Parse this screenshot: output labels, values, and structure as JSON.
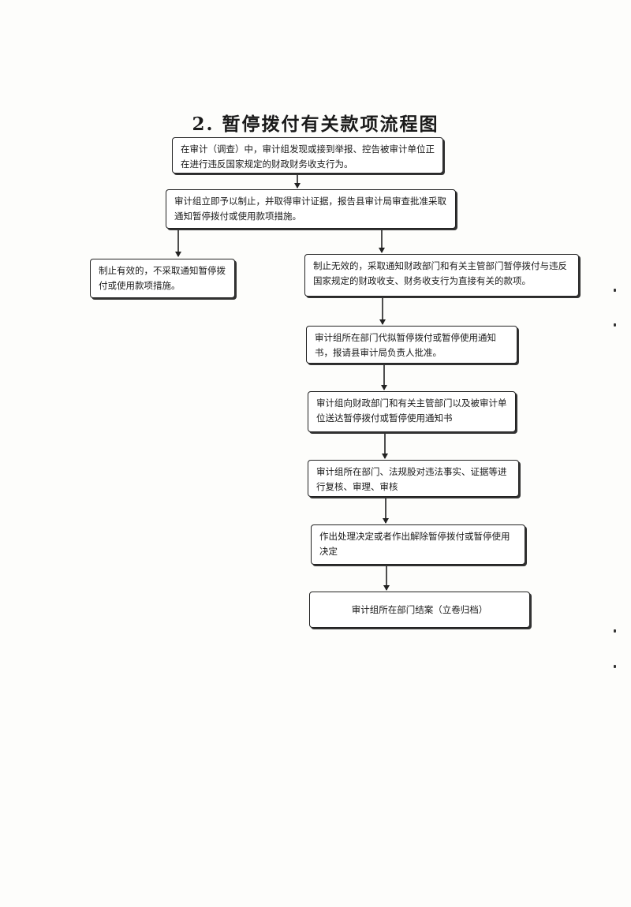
{
  "title": "2. 暂停拨付有关款项流程图",
  "steps": {
    "s1": "在审计（调查）中，审计组发现或接到举报、控告被审计单位正在进行违反国家规定的财政财务收支行为。",
    "s2": "审计组立即予以制止，并取得审计证据，报告县审计局审查批准采取通知暂停拨付或使用款项措施。",
    "s3_left": "制止有效的，不采取通知暂停拨付或使用款项措施。",
    "s3_right": "制止无效的，采取通知财政部门和有关主管部门暂停拨付与违反国家规定的财政收支、财务收支行为直接有关的款项。",
    "s4": "审计组所在部门代拟暂停拨付或暂停使用通知书，报请县审计局负责人批准。",
    "s5": "审计组向财政部门和有关主管部门以及被审计单位送达暂停拨付或暂停使用通知书",
    "s6": "审计组所在部门、法规股对违法事实、证据等进行复核、审理、审核",
    "s7": "作出处理决定或者作出解除暂停拨付或暂停使用决定",
    "s8": "审计组所在部门结案（立卷归档）"
  }
}
